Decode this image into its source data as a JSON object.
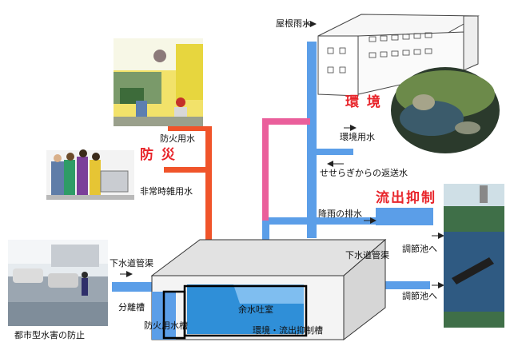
{
  "labels": {
    "roof_rainwater": "屋根雨水",
    "fire_water": "防火用水",
    "emergency_water": "非常時雑用水",
    "env_water": "環境用水",
    "stream_return": "せせらぎからの返送水",
    "rain_drain": "降雨の排水",
    "sewer_pipe_left": "下水道管渠",
    "sewer_pipe_right": "下水道管渠",
    "to_pond_1": "調節池へ",
    "to_pond_2": "調節池へ",
    "separation_tank": "分離槽",
    "fire_tank": "防火用水槽",
    "overflow_room": "余水吐室",
    "env_tank": "環境・流出抑制槽",
    "urban_flood": "都市型水害の防止"
  },
  "categories": {
    "disaster": "防 災",
    "environment": "環 境",
    "runoff": "流出抑制"
  },
  "colors": {
    "pipe_blue": "#5b9ee8",
    "pipe_red": "#f0542a",
    "pipe_pink": "#ea5f9b",
    "tank_water": "#2f8fd8",
    "accent_red": "#e8242a"
  }
}
